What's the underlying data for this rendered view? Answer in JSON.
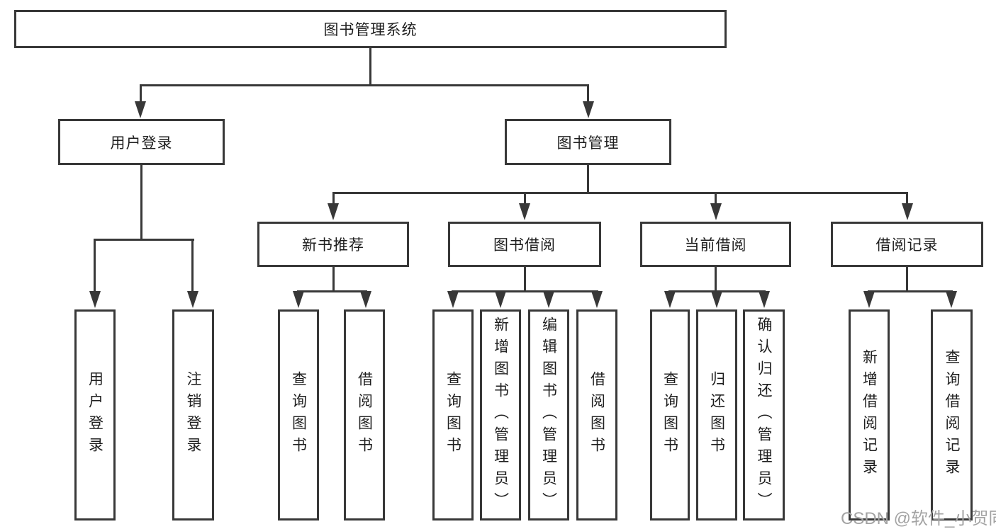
{
  "nodes": {
    "root": {
      "label": "图书管理系统"
    },
    "level2": [
      {
        "label": "用户登录"
      },
      {
        "label": "图书管理"
      }
    ],
    "level3": [
      {
        "label": "新书推荐",
        "parent": "图书管理"
      },
      {
        "label": "图书借阅",
        "parent": "图书管理"
      },
      {
        "label": "当前借阅",
        "parent": "图书管理"
      },
      {
        "label": "借阅记录",
        "parent": "图书管理"
      }
    ],
    "leaves": [
      {
        "label": "用户登录",
        "parent": "用户登录"
      },
      {
        "label": "注销登录",
        "parent": "用户登录"
      },
      {
        "label": "查询图书",
        "parent": "新书推荐"
      },
      {
        "label": "借阅图书",
        "parent": "新书推荐"
      },
      {
        "label": "查询图书",
        "parent": "图书借阅"
      },
      {
        "label": "新增图书（管理员）",
        "parent": "图书借阅"
      },
      {
        "label": "编辑图书（管理员）",
        "parent": "图书借阅"
      },
      {
        "label": "借阅图书",
        "parent": "图书借阅"
      },
      {
        "label": "查询图书",
        "parent": "当前借阅"
      },
      {
        "label": "归还图书",
        "parent": "当前借阅"
      },
      {
        "label": "确认归还（管理员）",
        "parent": "当前借阅"
      },
      {
        "label": "新增借阅记录",
        "parent": "借阅记录"
      },
      {
        "label": "查询借阅记录",
        "parent": "借阅记录"
      }
    ]
  },
  "watermark": {
    "text": "CSDN @软件_小贺同学"
  },
  "colors": {
    "line": "#383838",
    "text": "#1e1e1e",
    "background": "#ffffff",
    "watermark": "#a3a3a3"
  }
}
